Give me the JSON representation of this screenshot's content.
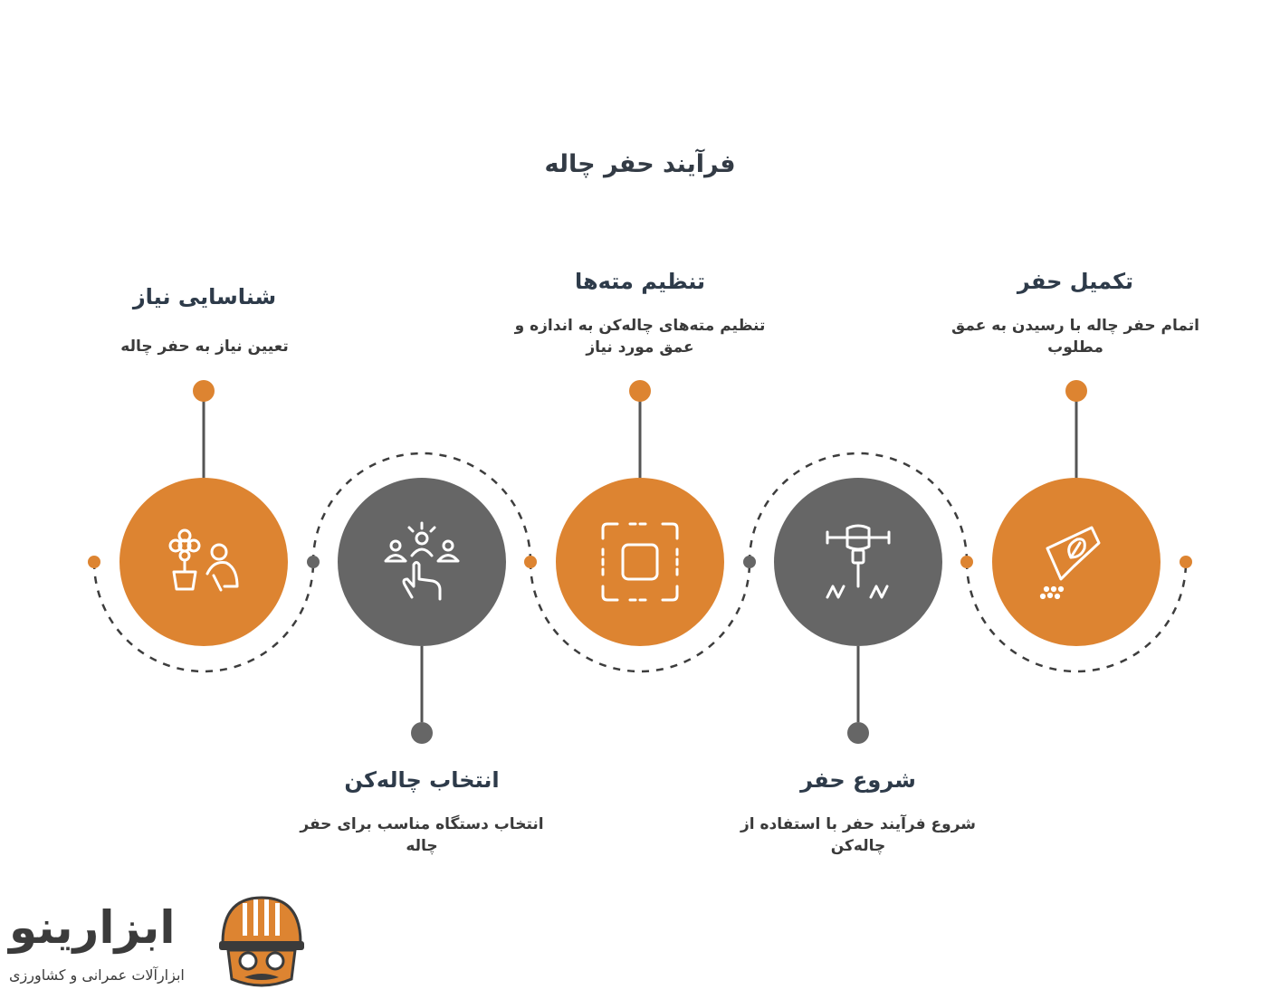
{
  "title": "فرآیند حفر چاله",
  "colors": {
    "orange": "#dd8431",
    "gray": "#666666",
    "line": "#555555",
    "dash": "#3d3d3d"
  },
  "steps": [
    {
      "title": "شناسایی نیاز",
      "desc_lines": [
        "تعیین نیاز به حفر چاله"
      ],
      "color": "orange",
      "icon": "flower-person-icon"
    },
    {
      "title": "انتخاب چاله‌کن",
      "desc_lines": [
        "انتخاب دستگاه مناسب برای حفر",
        "چاله"
      ],
      "color": "gray",
      "icon": "group-select-hand-icon"
    },
    {
      "title": "تنظیم مته‌ها",
      "desc_lines": [
        "تنظیم مته‌های چاله‌کن به اندازه و",
        "عمق مورد نیاز"
      ],
      "color": "orange",
      "icon": "focus-frame-icon"
    },
    {
      "title": "شروع حفر",
      "desc_lines": [
        "شروع فرآیند حفر با استفاده از",
        "چاله‌کن"
      ],
      "color": "gray",
      "icon": "jackhammer-icon"
    },
    {
      "title": "تکمیل حفر",
      "desc_lines": [
        "اتمام حفر چاله با رسیدن به عمق",
        "مطلوب"
      ],
      "color": "orange",
      "icon": "seed-packet-icon"
    }
  ],
  "logo": {
    "name": "ابزارینو",
    "tagline": "ابزارآلات عمرانی و کشاورزی",
    "icon": "helmet-mascot-icon"
  }
}
